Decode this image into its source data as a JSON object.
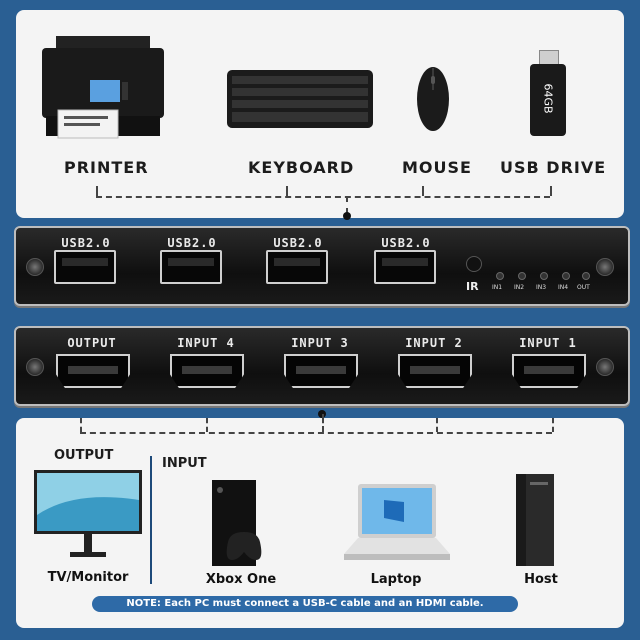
{
  "peripherals": {
    "printer": "PRINTER",
    "keyboard": "KEYBOARD",
    "mouse": "MOUSE",
    "usb_drive": "USB DRIVE",
    "usb_drive_capacity": "64GB"
  },
  "usb_device": {
    "ports": [
      "USB2.0",
      "USB2.0",
      "USB2.0",
      "USB2.0"
    ],
    "ir_label": "IR",
    "leds": [
      "IN1",
      "IN2",
      "IN3",
      "IN4",
      "OUT"
    ]
  },
  "hdmi_device": {
    "ports": [
      "OUTPUT",
      "INPUT 4",
      "INPUT 3",
      "INPUT 2",
      "INPUT 1"
    ]
  },
  "connections": {
    "output_heading": "OUTPUT",
    "input_heading": "INPUT",
    "monitor": "TV/Monitor",
    "xbox": "Xbox One",
    "laptop": "Laptop",
    "host": "Host"
  },
  "note": "NOTE: Each PC must connect a USB-C cable and an HDMI cable.",
  "colors": {
    "background": "#2a5f93",
    "panel": "#f4f4f4",
    "note_bg": "#2e6aa7"
  }
}
